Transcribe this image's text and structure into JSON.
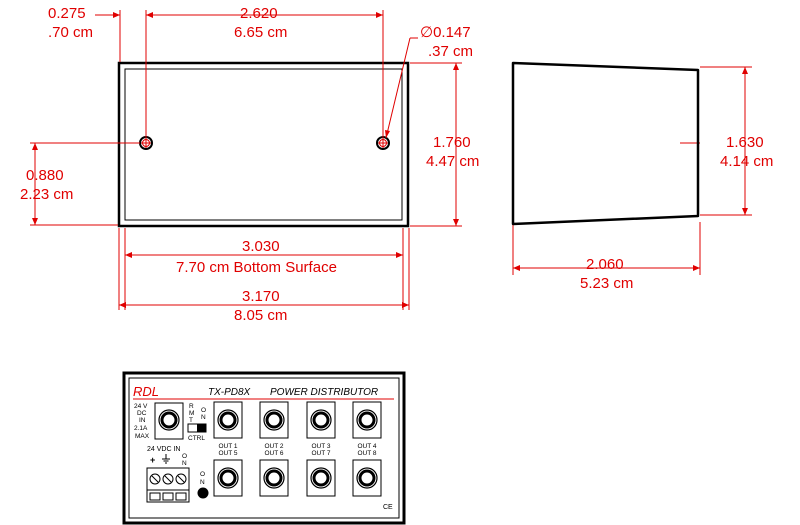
{
  "dimensions": {
    "hole_offset_in": "0.275",
    "hole_offset_cm": ".70 cm",
    "hole_spacing_in": "2.620",
    "hole_spacing_cm": "6.65 cm",
    "hole_diameter_in": "∅0.147",
    "hole_diameter_cm": ".37 cm",
    "hole_height_in": "0.880",
    "hole_height_cm": "2.23 cm",
    "base_height_in": "1.760",
    "base_height_cm": "4.47 cm",
    "bottom_width_in": "3.030",
    "bottom_width_cm": "7.70 cm Bottom Surface",
    "overall_width_in": "3.170",
    "overall_width_cm": "8.05 cm",
    "side_height_in": "1.630",
    "side_height_cm": "4.14 cm",
    "side_depth_in": "2.060",
    "side_depth_cm": "5.23 cm"
  },
  "panel": {
    "brand": "RDL",
    "model": "TX-PD8X",
    "title": "POWER DISTRIBUTOR",
    "power_spec": [
      "24 V",
      "DC",
      "IN",
      "2.1A",
      "MAX"
    ],
    "switch_r": "R",
    "switch_m": "M",
    "switch_t": "T",
    "switch_o": "O",
    "switch_n": "N",
    "switch_ctrl": "CTRL",
    "dc_in_label": "24 VDC IN",
    "on_o": "O",
    "on_n": "N",
    "plus": "+",
    "ce_mark": "CE",
    "outputs_top": [
      "OUT 1",
      "OUT 2",
      "OUT 3",
      "OUT 4"
    ],
    "outputs_bottom": [
      "OUT 5",
      "OUT 6",
      "OUT 7",
      "OUT 8"
    ]
  }
}
